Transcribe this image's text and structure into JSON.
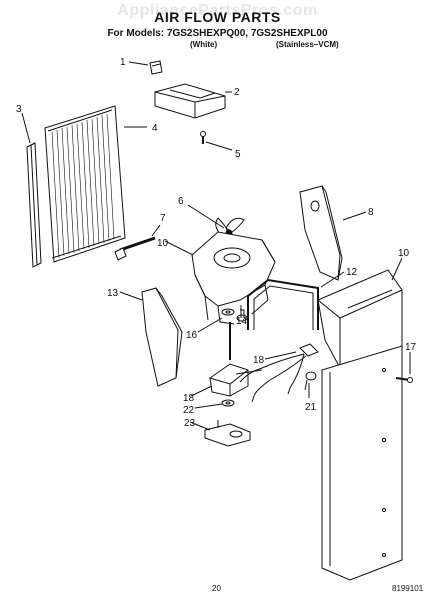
{
  "header": {
    "watermark": "AppliancePartsPros.com",
    "title": "AIR FLOW PARTS",
    "models_line": "For Models: 7GS2SHEXPQ00, 7GS2SHEXPL00",
    "variant_white": "(White)",
    "variant_stainless": "(Stainless–VCM)"
  },
  "callouts": [
    "1",
    "2",
    "3",
    "4",
    "5",
    "6",
    "7",
    "8",
    "10",
    "10",
    "12",
    "13",
    "14",
    "16",
    "17",
    "18",
    "18",
    "21",
    "22",
    "23"
  ],
  "footer": {
    "page_number": "20",
    "doc_number": "8199101"
  }
}
